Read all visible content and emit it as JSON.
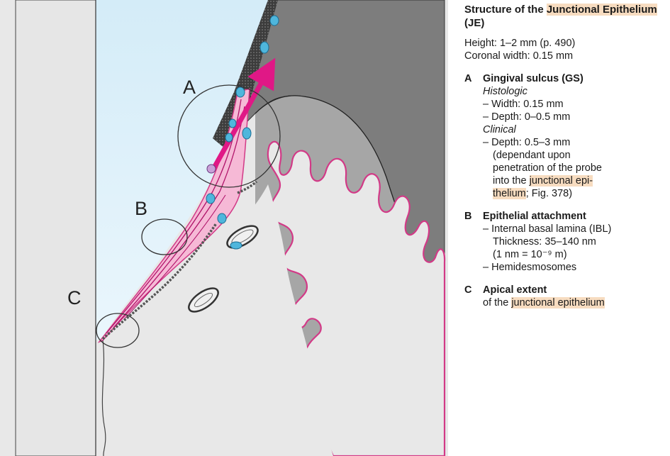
{
  "figure": {
    "callouts": [
      "A",
      "B",
      "C"
    ]
  },
  "legend": {
    "title": {
      "pre": "Structure of the ",
      "hl": "Junctional Epithelium",
      "post": " (JE)"
    },
    "height_line": "Height: 1–2 mm (p. 490)",
    "coronal_width_line": "Coronal width: 0.15 mm",
    "sections": [
      {
        "letter": "A",
        "heading": "Gingival sulcus (GS)",
        "histologic_label": "Histologic",
        "histologic_items": [
          "– Width:  0.15 mm",
          "– Depth:  0–0.5 mm"
        ],
        "clinical_label": "Clinical",
        "clinical_item": "– Depth:  0.5–3 mm",
        "clinical_note": {
          "line1": "(dependant upon",
          "line2": "penetration of the probe",
          "line3_pre": "into the ",
          "line3_hl": "junctional epi-",
          "line4_hl": "thelium",
          "line4_post": "; Fig. 378)"
        }
      },
      {
        "letter": "B",
        "heading": "Epithelial attachment",
        "items": [
          "– Internal basal lamina (IBL)",
          "Thickness: 35–140 nm",
          "(1 nm = 10⁻⁹ m)",
          "– Hemidesmosomes"
        ]
      },
      {
        "letter": "C",
        "heading": "Apical extent",
        "sub_pre": "of the ",
        "sub_hl": "junctional epithelium"
      }
    ]
  }
}
